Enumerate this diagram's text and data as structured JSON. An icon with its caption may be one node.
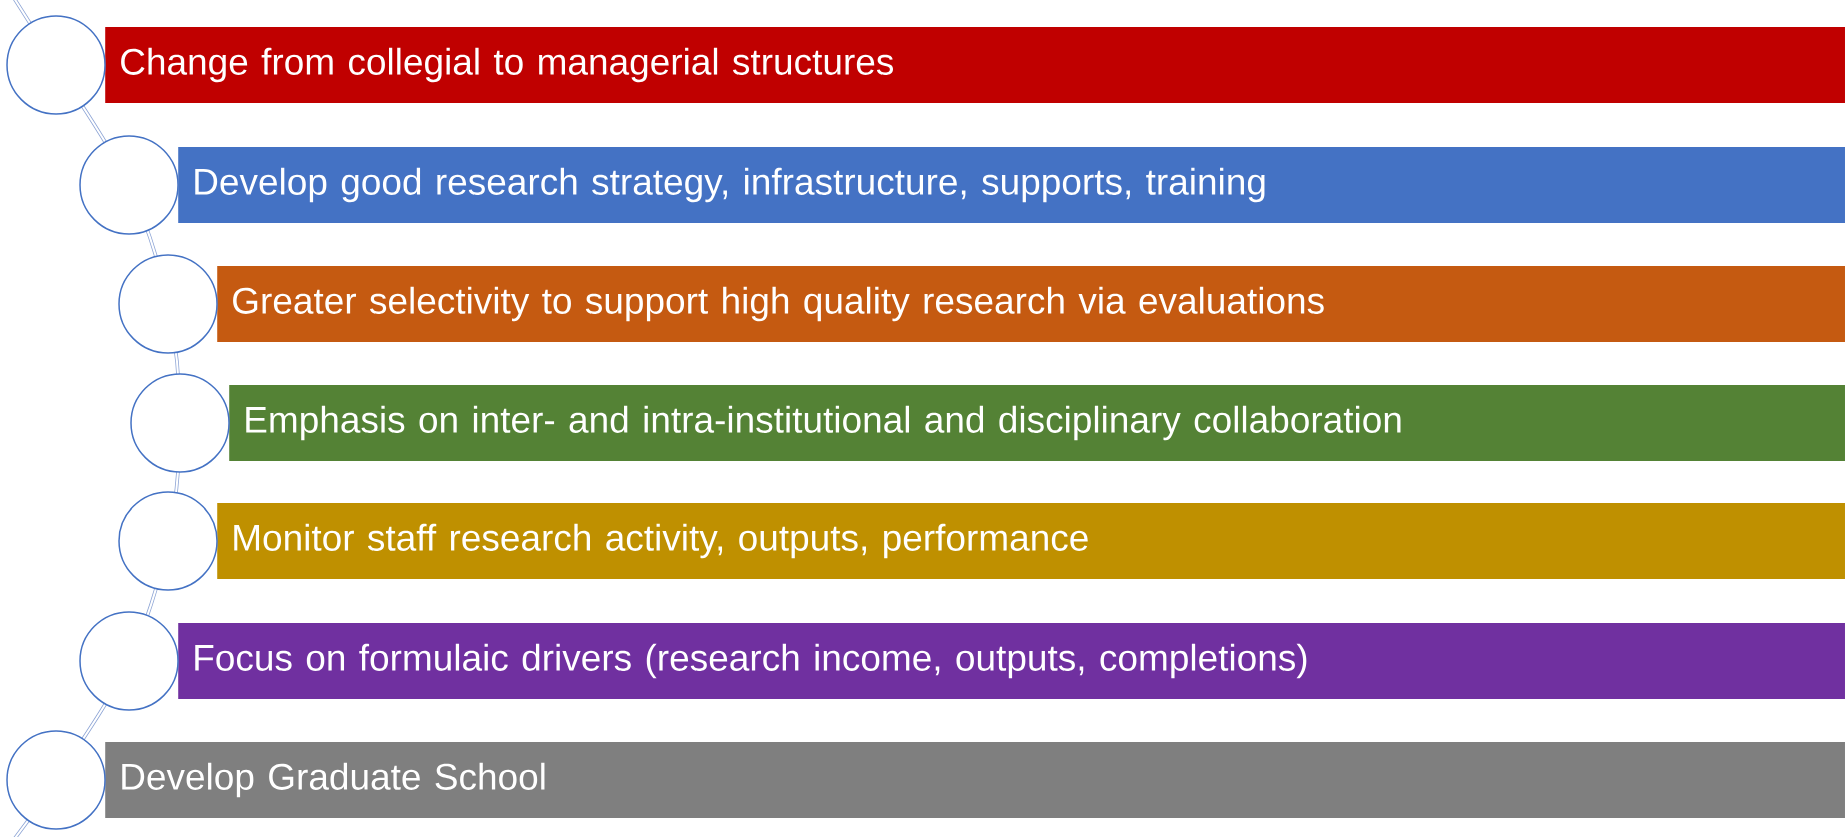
{
  "diagram": {
    "nodes": [
      {
        "text": [
          "Change from collegial to managerial structures"
        ]
      },
      {
        "text": [
          "Develop good research strategy, infrastructure, supports, training"
        ]
      },
      {
        "text": [
          "Greater selectivity to support high quality research via evaluations"
        ]
      },
      {
        "text": [
          "Emphasis on inter- and intra-institutional and disciplinary collaboration"
        ]
      },
      {
        "text": [
          "Monitor staff research activity, outputs, performance"
        ]
      },
      {
        "text": [
          "Focus on formulaic drivers (research income, outputs, completions)"
        ]
      },
      {
        "text": [
          "Develop Graduate School"
        ]
      }
    ]
  }
}
